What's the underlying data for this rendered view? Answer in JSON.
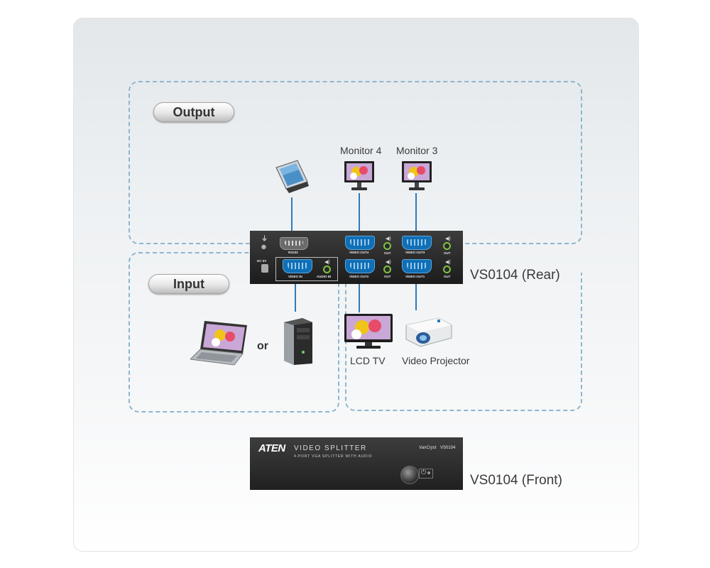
{
  "zones": {
    "output_label": "Output",
    "input_label": "Input"
  },
  "monitor_labels": {
    "monitor4": "Monitor 4",
    "monitor3": "Monitor 3",
    "lcd_tv": "LCD TV",
    "projector": "Video Projector"
  },
  "or_text": "or",
  "rear_panel": {
    "caption": "VS0104 (Rear)",
    "port_rs232": "RS232",
    "port_video_in": "VIDEO IN",
    "port_audio_in": "AUDIO IN",
    "port_video_out4": "VIDEO OUT4",
    "port_video_out3": "VIDEO OUT3",
    "port_video_out2": "VIDEO OUT2",
    "port_video_out1": "VIDEO OUT1",
    "out": "OUT",
    "dc": "DC 5V"
  },
  "front_panel": {
    "caption": "VS0104 (Front)",
    "brand": "ATEN",
    "title": "VIDEO SPLITTER",
    "subtitle": "4-PORT VGA SPLITTER WITH AUDIO",
    "series": "VanCryst",
    "model": "VS0104"
  },
  "colors": {
    "cable": "#2e7bb8",
    "dashed_border": "#8fb6cf",
    "vga_port": "#0f6fb7",
    "audio_jack": "#7fc242"
  }
}
